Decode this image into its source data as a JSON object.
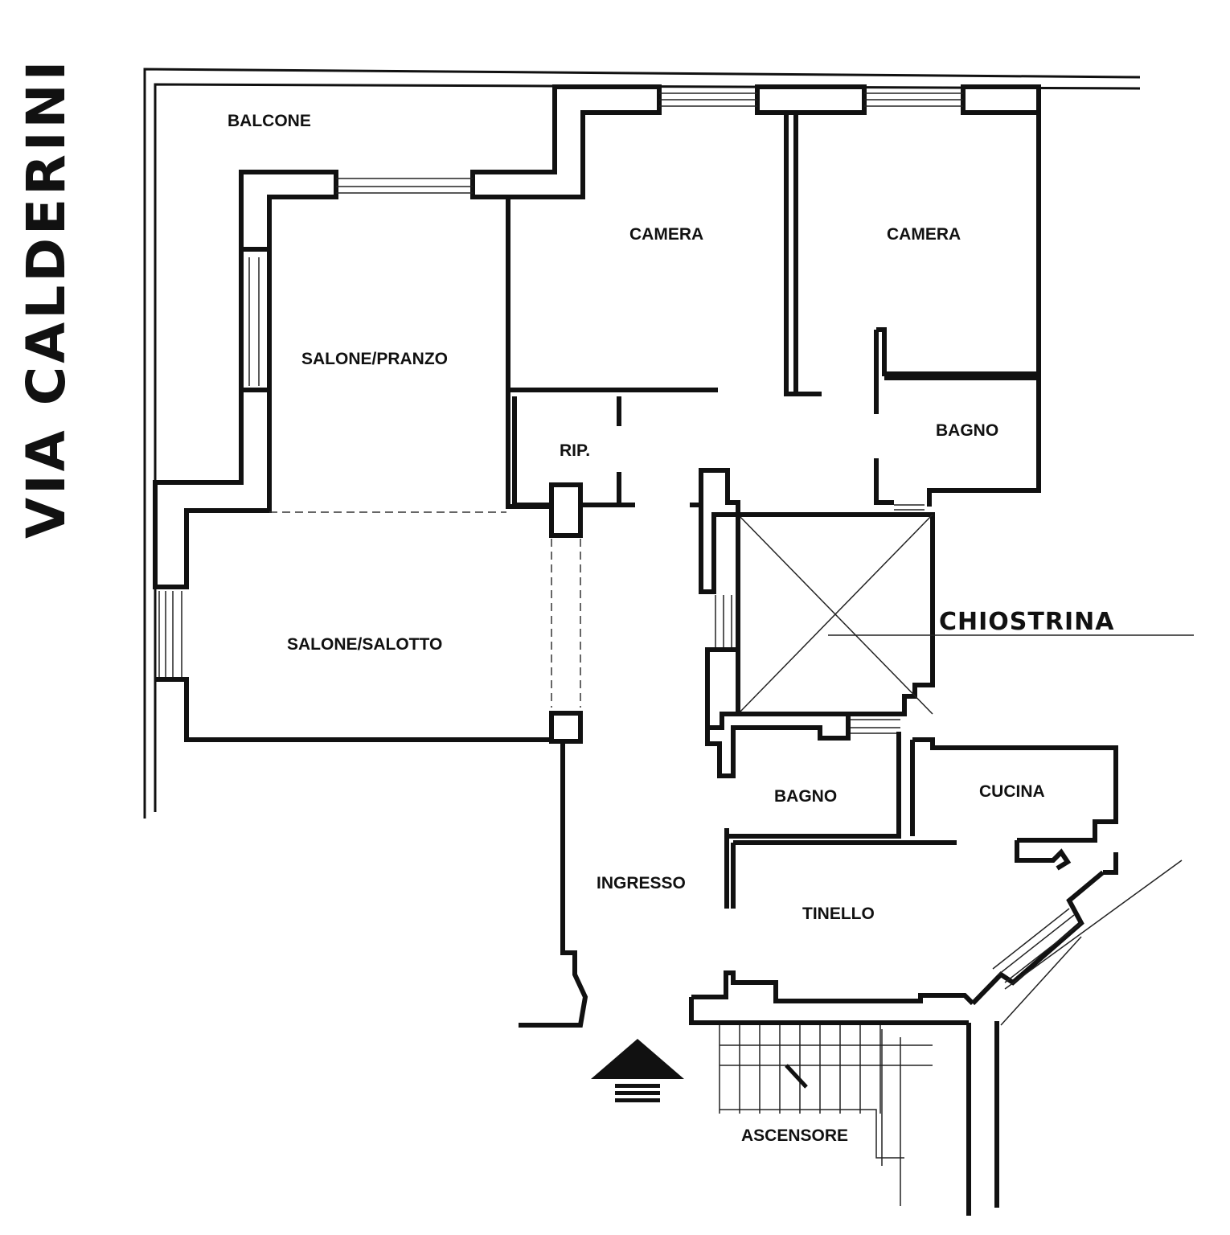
{
  "street": {
    "name": "VIA CALDERINI"
  },
  "rooms": {
    "balcone": "BALCONE",
    "camera_left": "CAMERA",
    "camera_right": "CAMERA",
    "salone_pranzo": "SALONE/PRANZO",
    "rip": "RIP.",
    "bagno_top": "BAGNO",
    "salone_salotto": "SALONE/SALOTTO",
    "chiostrina": "CHIOSTRINA",
    "bagno_bottom": "BAGNO",
    "cucina": "CUCINA",
    "ingresso": "INGRESSO",
    "tinello": "TINELLO",
    "ascensore": "ASCENSORE"
  },
  "entrance_arrow": {
    "icon": "entrance-arrow-icon"
  }
}
